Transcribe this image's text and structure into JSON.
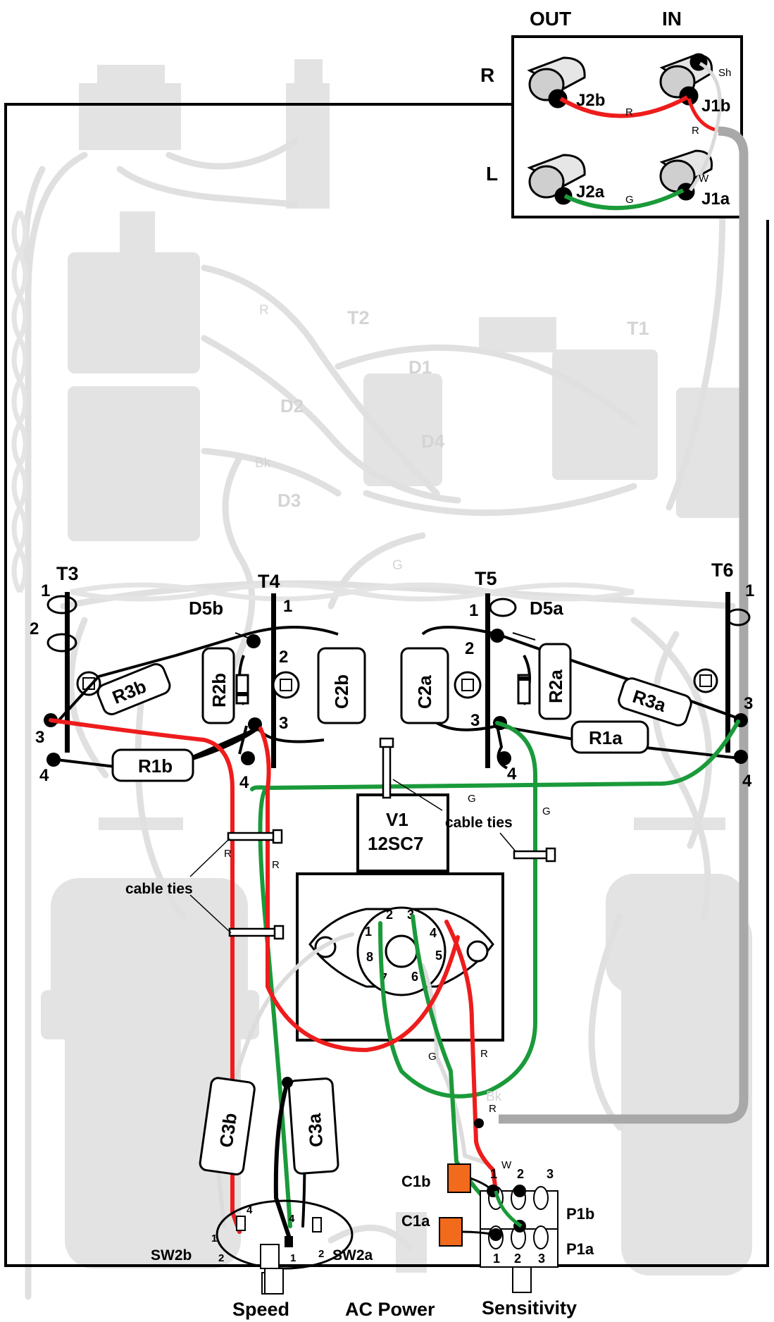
{
  "jacks": {
    "out": "OUT",
    "in": "IN",
    "right": "R",
    "left": "L",
    "j2b": "J2b",
    "j1b": "J1b",
    "j2a": "J2a",
    "j1a": "J1a",
    "shield": "Sh",
    "wire_r1": "R",
    "wire_r2": "R",
    "wire_g": "G",
    "wire_w": "W"
  },
  "terminals": {
    "t3": "T3",
    "t4": "T4",
    "t5": "T5",
    "t6": "T6",
    "n1": "1",
    "n2": "2",
    "n3": "3",
    "n4": "4"
  },
  "components": {
    "d5b": "D5b",
    "d5a": "D5a",
    "r2b": "R2b",
    "r2a": "R2a",
    "c2b": "C2b",
    "c2a": "C2a",
    "r3b": "R3b",
    "r3a": "R3a",
    "r1b": "R1b",
    "r1a": "R1a",
    "c3b": "C3b",
    "c3a": "C3a",
    "c1b": "C1b",
    "c1a": "C1a",
    "p1b": "P1b",
    "p1a": "P1a",
    "sw2b": "SW2b",
    "sw2a": "SW2a"
  },
  "tube": {
    "name": "V1",
    "type": "12SC7",
    "pins": [
      "1",
      "2",
      "3",
      "4",
      "5",
      "6",
      "7",
      "8"
    ]
  },
  "annotations": {
    "cable_ties_1": "cable ties",
    "cable_ties_2": "cable ties",
    "wire_r_a": "R",
    "wire_r_b": "R",
    "wire_g_a": "G",
    "wire_g_b": "G",
    "wire_g_c": "G",
    "wire_r_c": "R",
    "wire_r_d": "R",
    "wire_w": "W",
    "wire_bk": "Bk"
  },
  "controls": {
    "speed": "Speed",
    "ac_power": "AC Power",
    "sensitivity": "Sensitivity"
  },
  "background_labels": {
    "t1": "T1",
    "t2": "T2",
    "d1": "D1",
    "d2": "D2",
    "d3": "D3",
    "d4": "D4",
    "r": "R",
    "bk": "Bk",
    "g": "G"
  },
  "colors": {
    "red_wire": "#ee1c1c",
    "green_wire": "#1a9a3a",
    "black_wire": "#000000",
    "white_wire": "#dcdcdc",
    "ghost": "#e0e0e0",
    "orange_cap": "#f26a1b",
    "shield_wire": "#a8a8a8"
  }
}
